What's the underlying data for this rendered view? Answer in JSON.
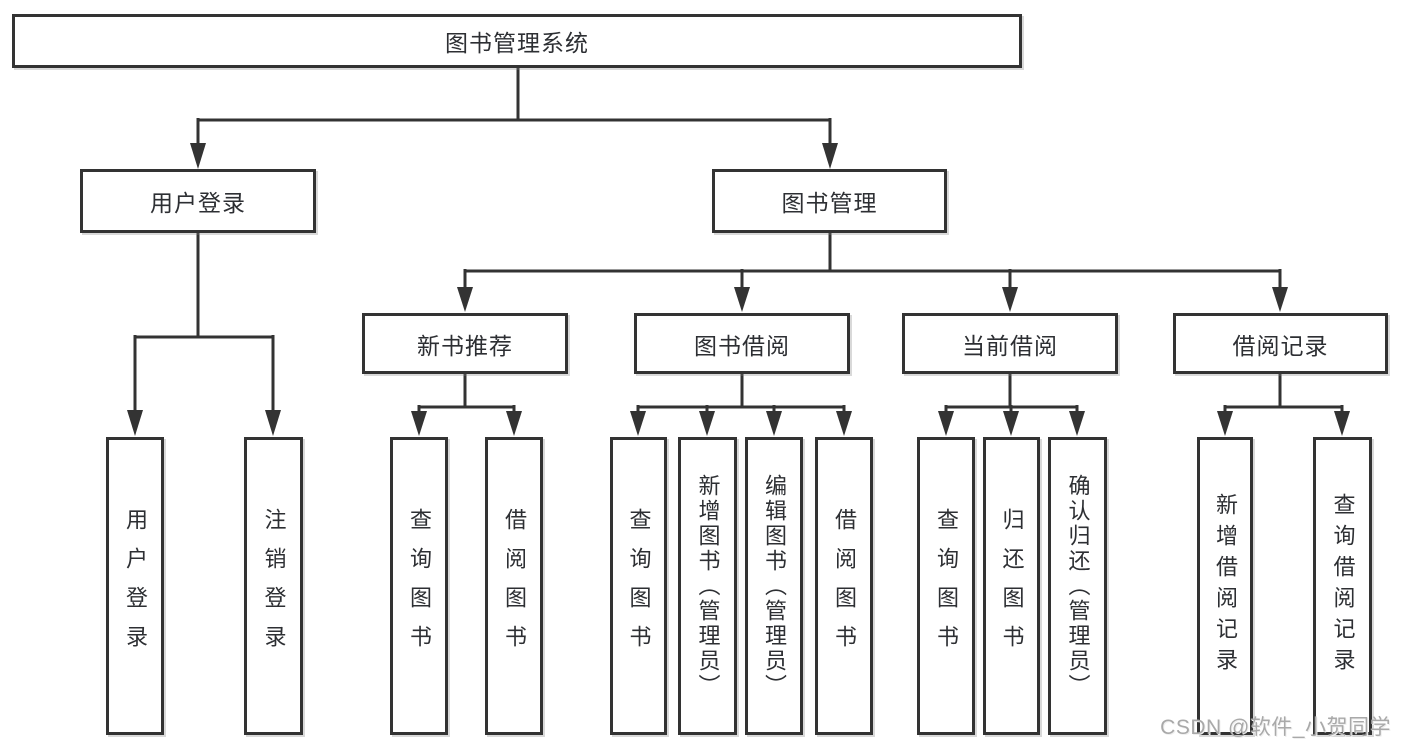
{
  "diagram": {
    "root": {
      "label": "图书管理系统"
    },
    "level2": [
      {
        "label": "用户登录"
      },
      {
        "label": "图书管理"
      }
    ],
    "level3": [
      {
        "label": "新书推荐",
        "parent": "图书管理"
      },
      {
        "label": "图书借阅",
        "parent": "图书管理"
      },
      {
        "label": "当前借阅",
        "parent": "图书管理"
      },
      {
        "label": "借阅记录",
        "parent": "图书管理"
      }
    ],
    "leaves": [
      {
        "label": "用户登录",
        "parent": "用户登录"
      },
      {
        "label": "注销登录",
        "parent": "用户登录"
      },
      {
        "label": "查询图书",
        "parent": "新书推荐"
      },
      {
        "label": "借阅图书",
        "parent": "新书推荐"
      },
      {
        "label": "查询图书",
        "parent": "图书借阅"
      },
      {
        "label": "新增图书（管理员）",
        "parent": "图书借阅"
      },
      {
        "label": "编辑图书（管理员）",
        "parent": "图书借阅"
      },
      {
        "label": "借阅图书",
        "parent": "图书借阅"
      },
      {
        "label": "查询图书",
        "parent": "当前借阅"
      },
      {
        "label": "归还图书",
        "parent": "当前借阅"
      },
      {
        "label": "确认归还（管理员）",
        "parent": "当前借阅"
      },
      {
        "label": "新增借阅记录",
        "parent": "借阅记录"
      },
      {
        "label": "查询借阅记录",
        "parent": "借阅记录"
      }
    ]
  },
  "watermark": "CSDN @软件_小贺同学",
  "colors": {
    "line": "#333333",
    "box_border": "#333333",
    "text": "#2d2f33",
    "watermark": "#a9a9a9",
    "background": "#ffffff"
  }
}
